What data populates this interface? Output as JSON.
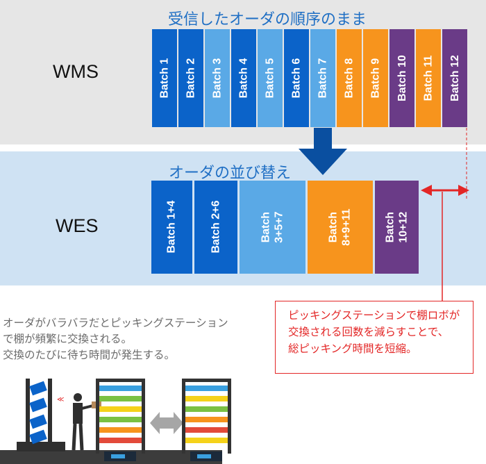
{
  "wms": {
    "label": "WMS",
    "caption": "受信したオーダの順序のまま",
    "batches": [
      {
        "label": "Batch 1",
        "color": "#0b63c9"
      },
      {
        "label": "Batch 2",
        "color": "#0b63c9"
      },
      {
        "label": "Batch 3",
        "color": "#5aa9e6"
      },
      {
        "label": "Batch 4",
        "color": "#0b63c9"
      },
      {
        "label": "Batch 5",
        "color": "#5aa9e6"
      },
      {
        "label": "Batch 6",
        "color": "#0b63c9"
      },
      {
        "label": "Batch 7",
        "color": "#5aa9e6"
      },
      {
        "label": "Batch 8",
        "color": "#f7941d"
      },
      {
        "label": "Batch 9",
        "color": "#f7941d"
      },
      {
        "label": "Batch 10",
        "color": "#6a3b87"
      },
      {
        "label": "Batch 11",
        "color": "#f7941d"
      },
      {
        "label": "Batch 12",
        "color": "#6a3b87"
      }
    ]
  },
  "wes": {
    "label": "WES",
    "caption": "オーダの並び替え",
    "batches": [
      {
        "label": "Batch 1+4",
        "color": "#0b63c9"
      },
      {
        "label": "Batch 2+6",
        "color": "#0b63c9"
      },
      {
        "label": "Batch\n3+5+7",
        "color": "#5aa9e6"
      },
      {
        "label": "Batch\n8+9+11",
        "color": "#f7941d"
      },
      {
        "label": "Batch\n10+12",
        "color": "#6a3b87"
      }
    ]
  },
  "note_left": "オーダがバラバラだとピッキングステーション\nで棚が頻繁に交換される。\n交換のたびに待ち時間が発生する。",
  "callout": "ピッキングステーションで棚ロボが\n交換される回数を減らすことで、\n総ピッキング時間を短縮。",
  "colors": {
    "accent_red": "#e32626",
    "arrow_blue": "#0a4fa0",
    "caption_blue": "#1f6fc4"
  }
}
